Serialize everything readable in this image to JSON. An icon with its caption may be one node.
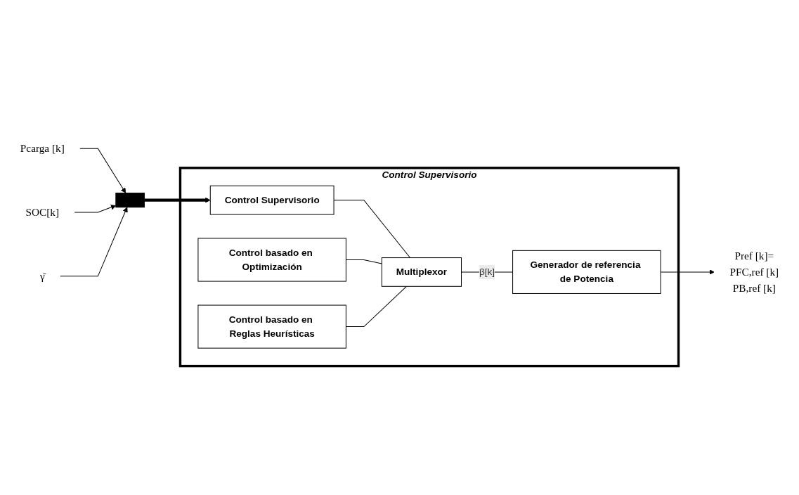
{
  "diagram": {
    "nodes": [
      {
        "text": [
          "Control Supervisorio"
        ]
      },
      {
        "text": [
          "Control Supervisorio"
        ],
        "in": 0
      },
      {
        "text": [
          "Control basado en Optimización"
        ],
        "in": 0
      },
      {
        "text": [
          "Control basado en Reglas Heurísticas"
        ],
        "in": 0
      },
      {
        "text": [
          "Multiplexor"
        ],
        "in": 0
      },
      {
        "text": [
          "Generador de referencia de Potencia"
        ],
        "in": 0
      },
      {
        "text": [],
        "shape": "bar"
      },
      {
        "text": [
          "Pcarga [k]"
        ]
      },
      {
        "text": [
          "SOC[k]"
        ]
      },
      {
        "text": [
          "γ̄"
        ]
      },
      {
        "text": [
          "Pref [k]=",
          "PFC,ref [k]",
          "PB,ref [k]"
        ]
      }
    ],
    "edges": [
      {
        "from": 7,
        "to": 6,
        "arrow": "to"
      },
      {
        "from": 8,
        "to": 6,
        "arrow": "to"
      },
      {
        "from": 9,
        "to": 6,
        "arrow": "to"
      },
      {
        "from": 6,
        "to": 1,
        "arrow": "to",
        "style": "thick"
      },
      {
        "from": 1,
        "to": 4,
        "arrow": "none"
      },
      {
        "from": 2,
        "to": 4,
        "arrow": "none"
      },
      {
        "from": 3,
        "to": 4,
        "arrow": "none"
      },
      {
        "from": 4,
        "to": 5,
        "arrow": "none",
        "label": "β[k]"
      },
      {
        "from": 5,
        "to": 10,
        "arrow": "to"
      }
    ]
  }
}
